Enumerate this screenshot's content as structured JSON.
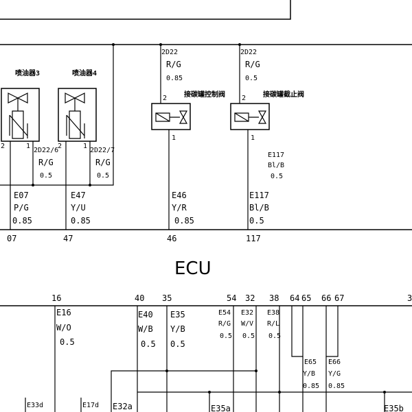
{
  "ecu_label": "ECU",
  "top_wires": [
    {
      "id": "w1",
      "code": "2D22",
      "color": "R/G",
      "size": "0.85"
    },
    {
      "id": "w2",
      "code": "2D22",
      "color": "R/G",
      "size": "0.5"
    }
  ],
  "components": {
    "injector3": "喷油器3",
    "injector4": "喷油器4",
    "valve_a": "接碳罐控制阀",
    "valve_b": "接碳罐截止阀"
  },
  "pins": {
    "one": "1",
    "two": "2",
    "stub": "2"
  },
  "inj_wires": [
    {
      "id": "i3",
      "code": "2D22/6",
      "color": "R/G",
      "size": "0.5"
    },
    {
      "id": "i4",
      "code": "2D22/7",
      "color": "R/G",
      "size": "0.5"
    }
  ],
  "side_label": {
    "code": "E117",
    "color": "Bl/B",
    "size": "0.5"
  },
  "lower_wires": [
    {
      "code": "E07",
      "color": "P/G",
      "size": "0.85",
      "pin": "07"
    },
    {
      "code": "E47",
      "color": "Y/U",
      "size": "0.85",
      "pin": "47"
    },
    {
      "code": "E46",
      "color": "Y/R",
      "size": "0.85",
      "pin": "46"
    },
    {
      "code": "E117",
      "color": "Bl/B",
      "size": "0.5",
      "pin": "117"
    }
  ],
  "ecu_pins": [
    "16",
    "40",
    "35",
    "54",
    "32",
    "38",
    "64",
    "65",
    "66",
    "67",
    "3"
  ],
  "ecu_wires": [
    {
      "code": "E16",
      "color": "W/O",
      "size": "0.5"
    },
    {
      "code": "E40",
      "color": "W/B",
      "size": "0.5"
    },
    {
      "code": "E35",
      "color": "Y/B",
      "size": "0.5"
    },
    {
      "code": "E54",
      "color": "R/G",
      "size": "0.5"
    },
    {
      "code": "E32",
      "color": "W/V",
      "size": "0.5"
    },
    {
      "code": "E38",
      "color": "R/L",
      "size": "0.5"
    },
    {
      "code": "E65",
      "color": "Y/B",
      "size": "0.85"
    },
    {
      "code": "E66",
      "color": "Y/G",
      "size": "0.85"
    }
  ],
  "bottom_labels": [
    "E33d",
    "E17d",
    "E32a",
    "E35a",
    "E35b"
  ]
}
